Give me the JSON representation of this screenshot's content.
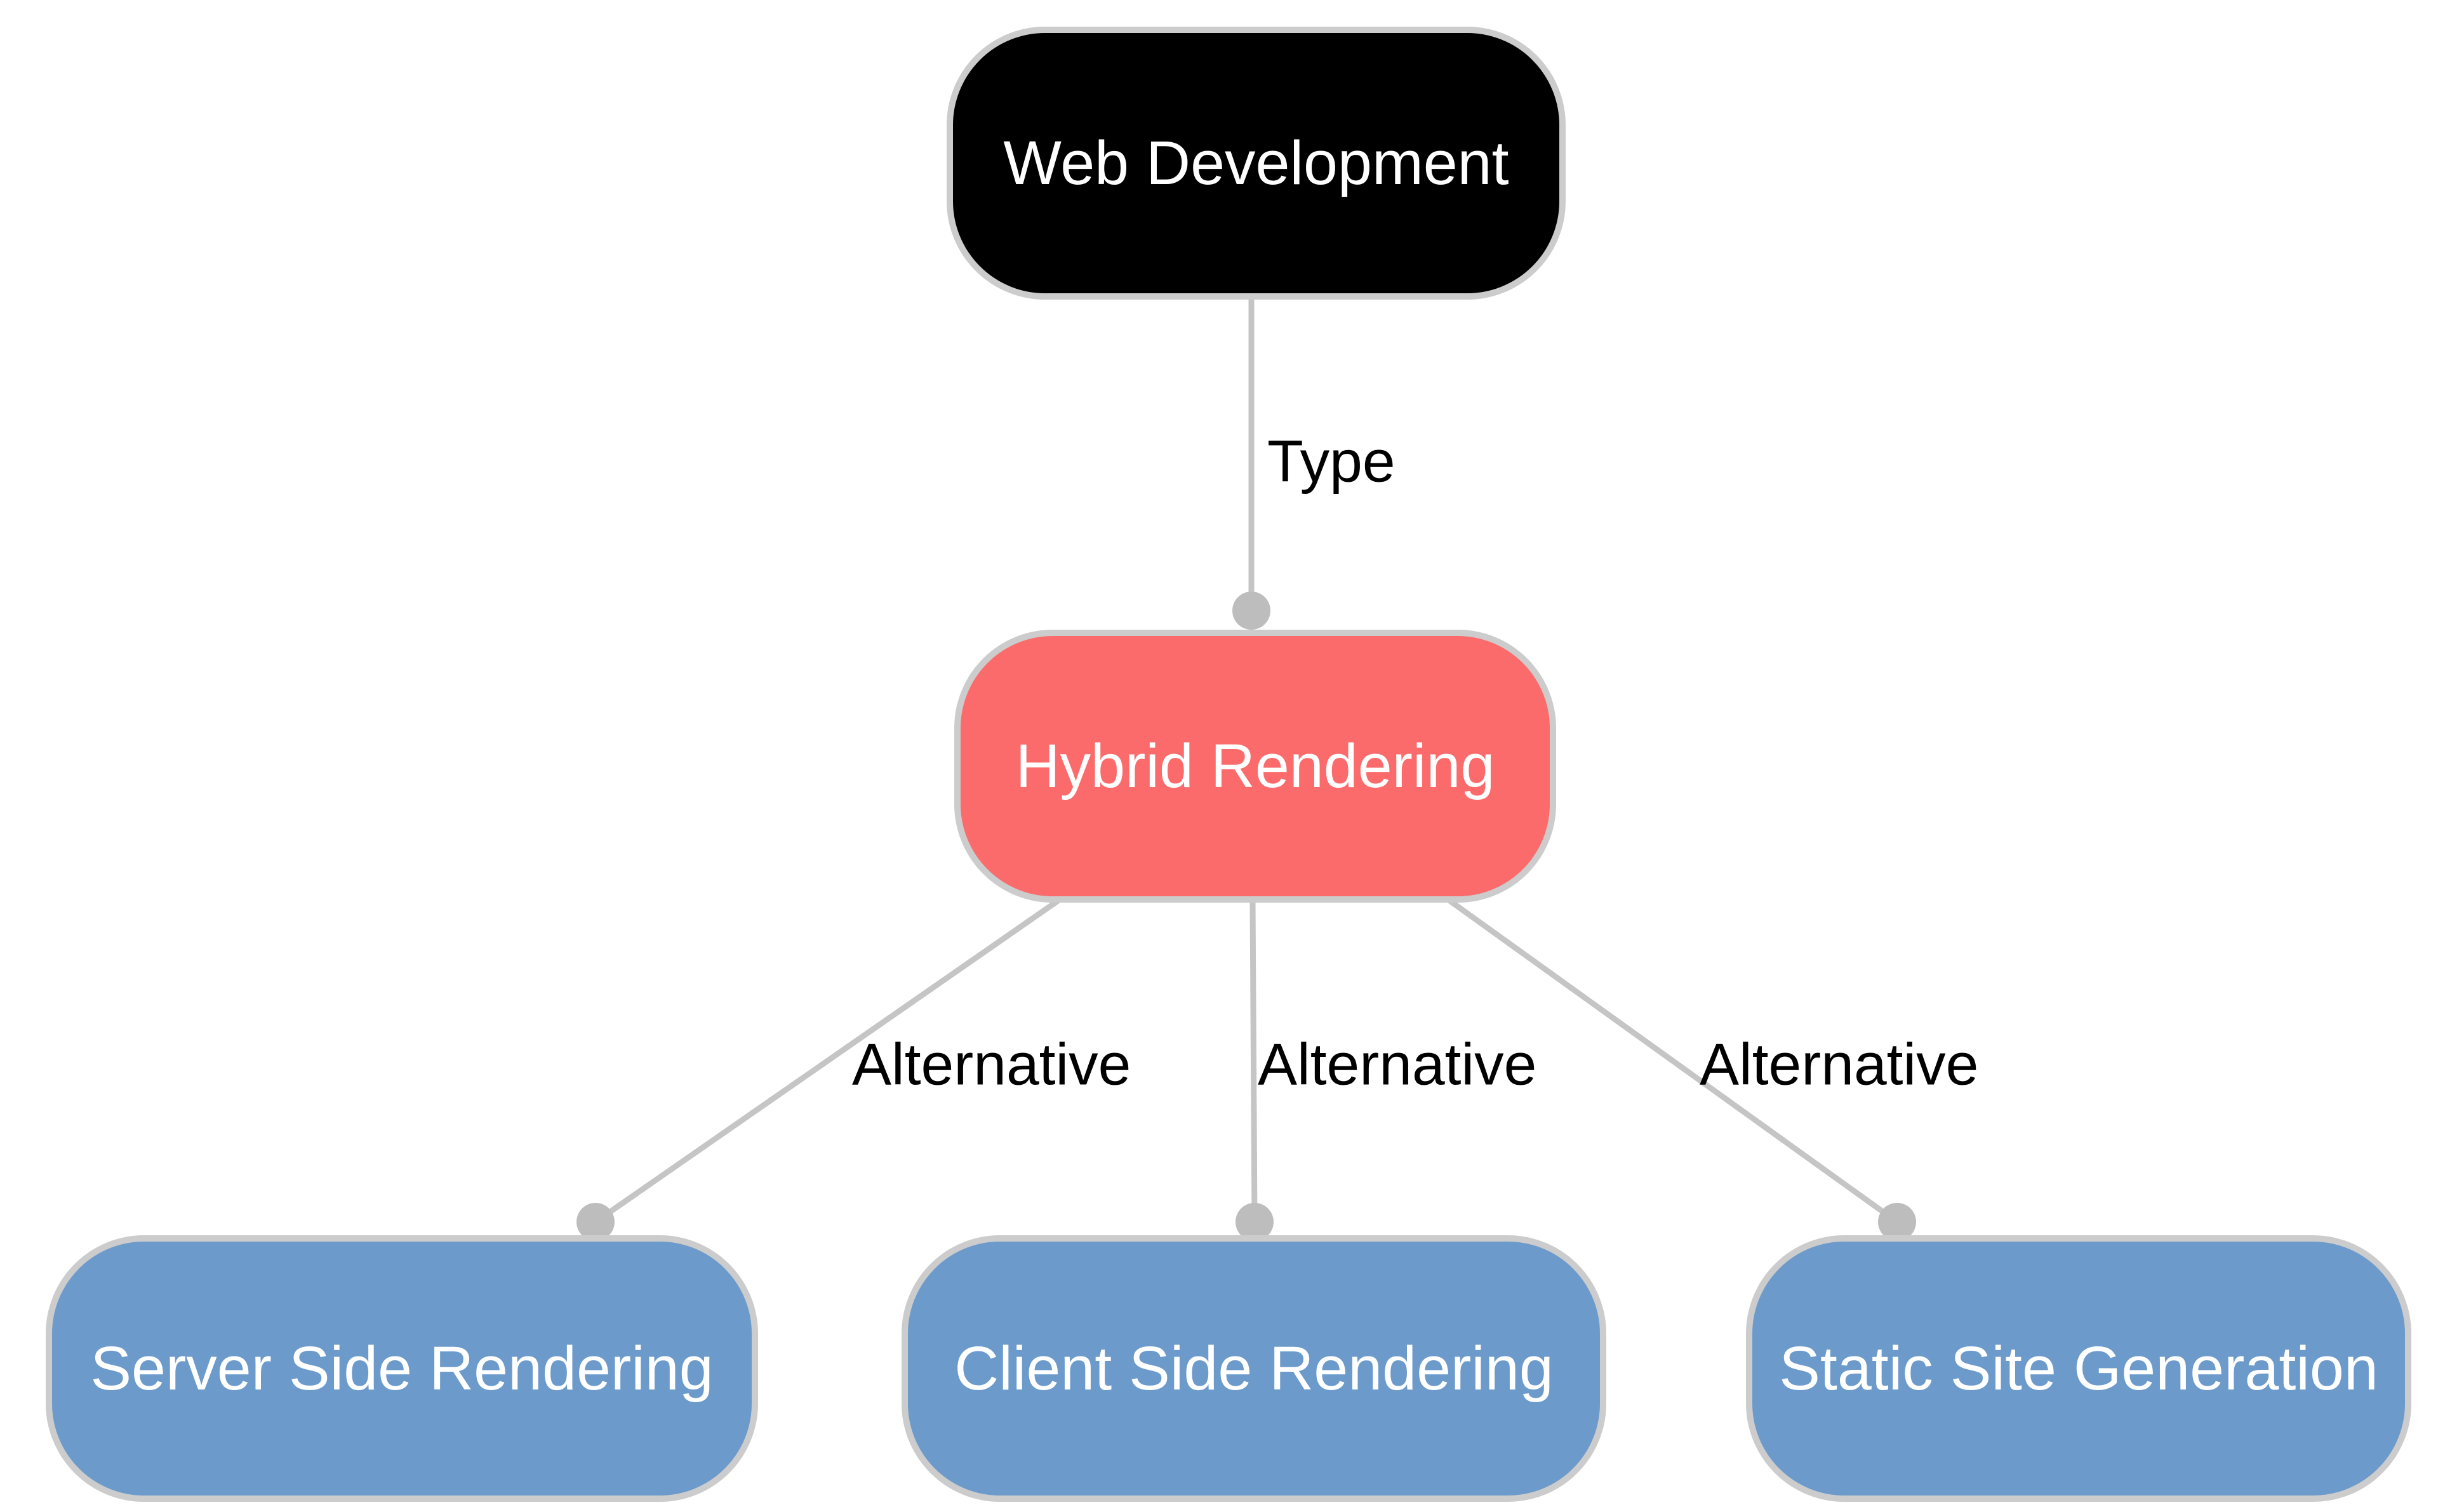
{
  "nodes": {
    "web_development": {
      "label": "Web Development",
      "fill": "#000000",
      "text_color": "#FFFFFF"
    },
    "hybrid_rendering": {
      "label": "Hybrid Rendering",
      "fill": "#FB6B6B",
      "text_color": "#FFFFFF"
    },
    "server_side_rendering": {
      "label": "Server Side Rendering",
      "fill": "#6B9ACB",
      "text_color": "#FFFFFF"
    },
    "client_side_rendering": {
      "label": "Client Side Rendering",
      "fill": "#6B9ACB",
      "text_color": "#FFFFFF"
    },
    "static_site_generation": {
      "label": "Static Site Generation",
      "fill": "#6B9ACB",
      "text_color": "#FFFFFF"
    }
  },
  "edges": [
    {
      "from": "Web Development",
      "to": "Hybrid Rendering",
      "label": "Type"
    },
    {
      "from": "Hybrid Rendering",
      "to": "Server Side Rendering",
      "label": "Alternative"
    },
    {
      "from": "Hybrid Rendering",
      "to": "Client Side Rendering",
      "label": "Alternative"
    },
    {
      "from": "Hybrid Rendering",
      "to": "Static Site Generation",
      "label": "Alternative"
    }
  ],
  "colors": {
    "background": "#FFFFFF",
    "edge_line": "#C5C5C5",
    "edge_dot": "#BDBDBD",
    "node_border": "#CCCCCC",
    "edge_label_text": "#000000"
  }
}
